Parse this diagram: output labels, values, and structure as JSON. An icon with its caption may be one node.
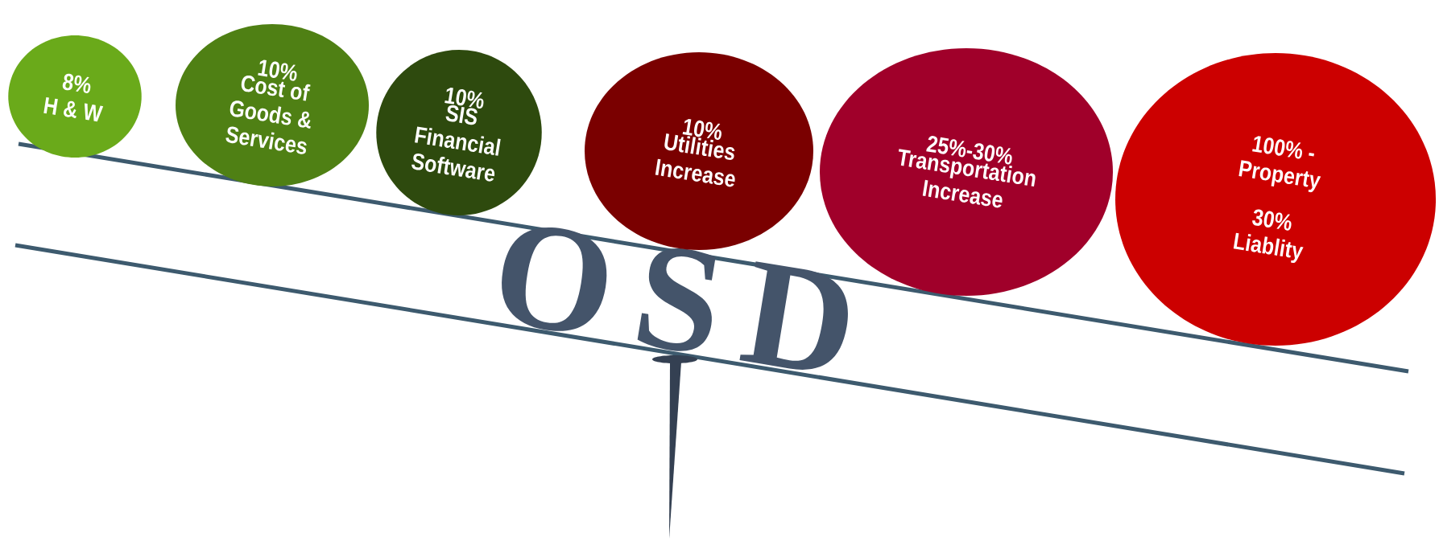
{
  "diagram": {
    "nodes": [
      {
        "text": [
          "8%",
          "H & W"
        ]
      },
      {
        "text": [
          "10%",
          "Cost of Goods & Services"
        ]
      },
      {
        "text": [
          "10%",
          "SIS Financial Software"
        ]
      },
      {
        "text": [
          "10%",
          "Utilities Increase"
        ]
      },
      {
        "text": [
          "25%-30%",
          "Transportation Increase"
        ]
      },
      {
        "text": [
          "100% - Property",
          "30% Liablity"
        ]
      }
    ],
    "labels": [
      "OSD"
    ]
  }
}
